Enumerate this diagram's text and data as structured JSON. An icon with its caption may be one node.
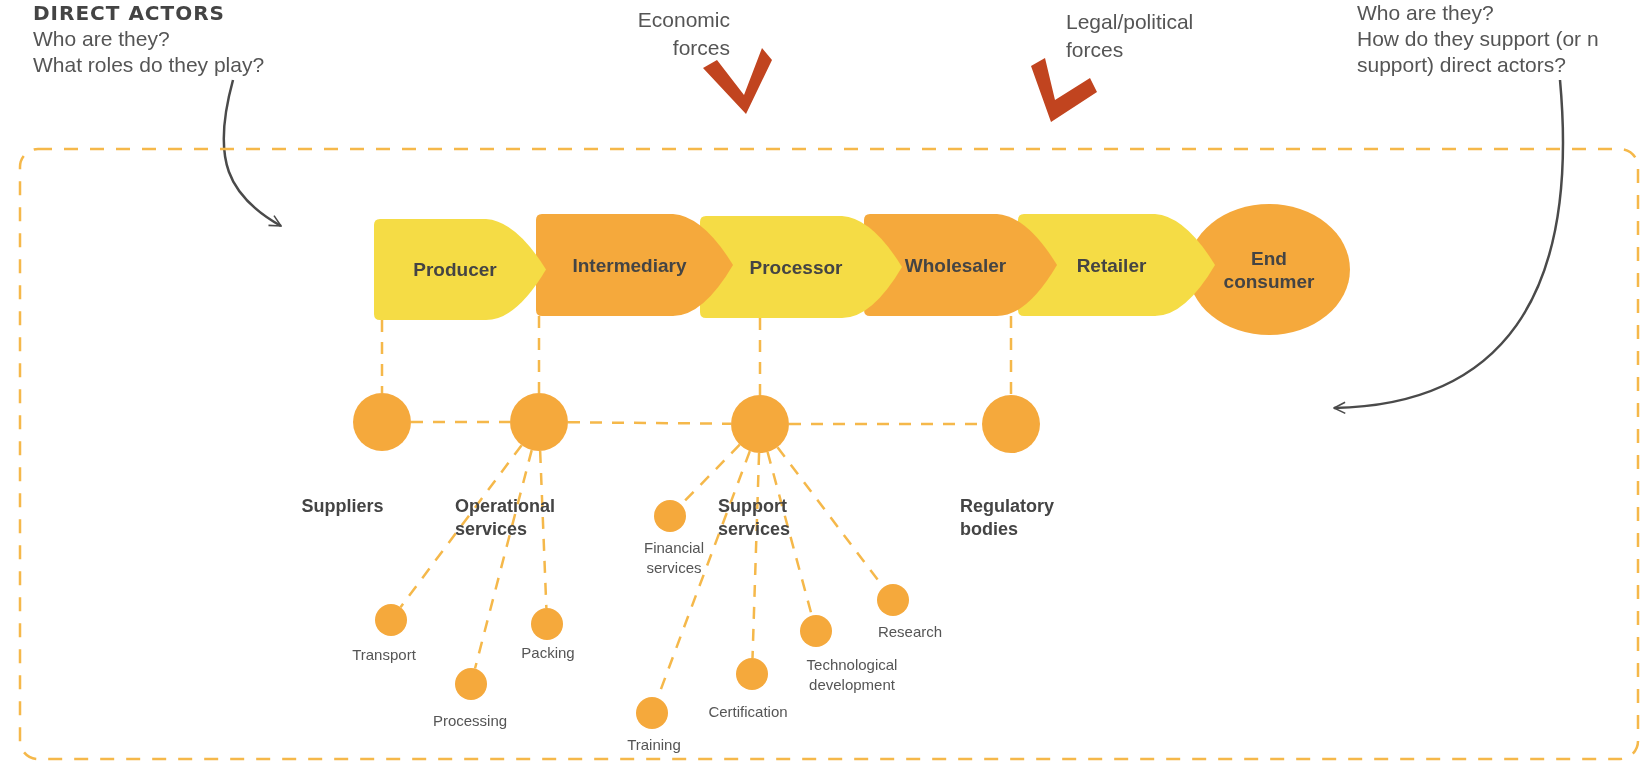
{
  "diagram": {
    "nodes": [
      {
        "text": [
          "DIRECT ACTORS",
          "Who are they?",
          "What roles do they play?"
        ]
      },
      {
        "text": [
          "Who are they?",
          "How do they support (or n support) direct actors?"
        ]
      },
      {
        "text": [],
        "shape": "box"
      },
      {
        "text": [
          "Producer"
        ],
        "in": 2
      },
      {
        "text": [
          "Intermediary"
        ],
        "in": 2
      },
      {
        "text": [
          "Processor"
        ],
        "in": 2
      },
      {
        "text": [
          "Wholesaler"
        ],
        "in": 2
      },
      {
        "text": [
          "Retailer"
        ],
        "in": 2
      },
      {
        "text": [
          "End consumer"
        ],
        "in": 2
      },
      {
        "text": [],
        "shape": "circle",
        "beside": [
          "Suppliers"
        ],
        "in": 2
      },
      {
        "text": [],
        "shape": "circle",
        "beside": [
          "Operational services"
        ],
        "in": 2
      },
      {
        "text": [],
        "shape": "circle",
        "beside": [
          "Support services"
        ],
        "in": 2
      },
      {
        "text": [],
        "shape": "circle",
        "beside": [
          "Regulatory bodies"
        ],
        "in": 2
      },
      {
        "text": [],
        "shape": "circle",
        "beside": [
          "Financial services"
        ],
        "in": 2
      },
      {
        "text": [],
        "shape": "circle",
        "beside": [
          "Research"
        ],
        "in": 2
      },
      {
        "text": [],
        "shape": "circle",
        "beside": [
          "Transport"
        ],
        "in": 2
      },
      {
        "text": [],
        "shape": "circle",
        "beside": [
          "Packing"
        ],
        "in": 2
      },
      {
        "text": [],
        "shape": "circle",
        "beside": [
          "Technological development"
        ],
        "in": 2
      },
      {
        "text": [],
        "shape": "circle",
        "beside": [
          "Certification"
        ],
        "in": 2
      },
      {
        "text": [],
        "shape": "circle",
        "beside": [
          "Processing"
        ],
        "in": 2
      },
      {
        "text": [],
        "shape": "circle",
        "beside": [
          "Training"
        ],
        "in": 2
      }
    ],
    "edges": [
      {
        "from": 0,
        "to": 2,
        "arrow": "to",
        "color": "#4a4a4a"
      },
      {
        "from": 1,
        "to": null,
        "arrow": "to",
        "color": "#4a4a4a"
      },
      {
        "from": 3,
        "to": 9,
        "arrow": "none",
        "style": "dashed"
      },
      {
        "from": 4,
        "to": 10,
        "arrow": "none",
        "style": "dashed"
      },
      {
        "from": 5,
        "to": 11,
        "arrow": "none",
        "style": "dashed"
      },
      {
        "from": 6,
        "to": 12,
        "arrow": "none",
        "style": "dashed"
      },
      {
        "from": 9,
        "to": 10,
        "arrow": "none",
        "style": "dashed"
      },
      {
        "from": 10,
        "to": 11,
        "arrow": "none",
        "style": "dashed"
      },
      {
        "from": 11,
        "to": 12,
        "arrow": "none",
        "style": "dashed"
      },
      {
        "from": 10,
        "to": 15,
        "arrow": "none",
        "style": "dashed"
      },
      {
        "from": 10,
        "to": 19,
        "arrow": "none",
        "style": "dashed"
      },
      {
        "from": 10,
        "to": 16,
        "arrow": "none",
        "style": "dashed"
      },
      {
        "from": 11,
        "to": 13,
        "arrow": "none",
        "style": "dashed"
      },
      {
        "from": 11,
        "to": 20,
        "arrow": "none",
        "style": "dashed"
      },
      {
        "from": 11,
        "to": 18,
        "arrow": "none",
        "style": "dashed"
      },
      {
        "from": 11,
        "to": 17,
        "arrow": "none",
        "style": "dashed"
      },
      {
        "from": 11,
        "to": 14,
        "arrow": "none",
        "style": "dashed"
      }
    ],
    "labels": [
      "Economic forces",
      "Legal/political forces"
    ]
  }
}
